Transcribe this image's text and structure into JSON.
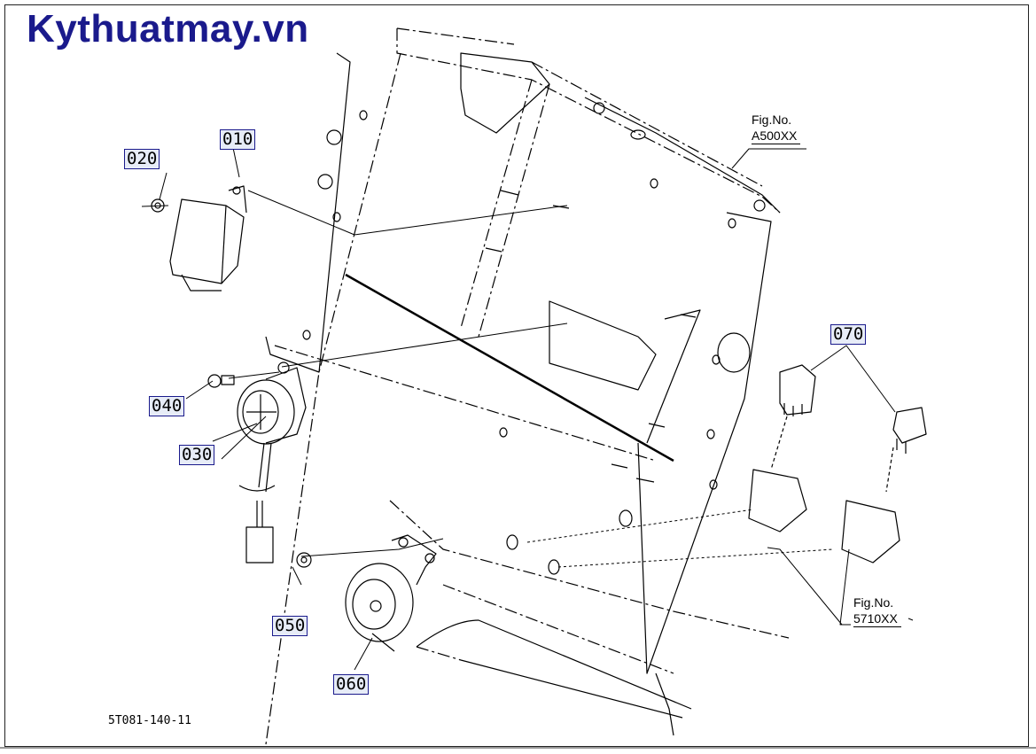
{
  "watermark": "Kythuatmay.vn",
  "parts": {
    "p010": "010",
    "p020": "020",
    "p030": "030",
    "p040": "040",
    "p050": "050",
    "p060": "060",
    "p070": "070"
  },
  "figure_refs": {
    "a500": {
      "prefix": "Fig.No.",
      "code": "A500XX"
    },
    "b5710": {
      "prefix": "Fig.No.",
      "code": "5710XX"
    }
  },
  "drawing_code": "5T081-140-11",
  "colors": {
    "watermark": "#1a1a8c",
    "label_bg": "#e7ecf7",
    "line": "#000000"
  }
}
